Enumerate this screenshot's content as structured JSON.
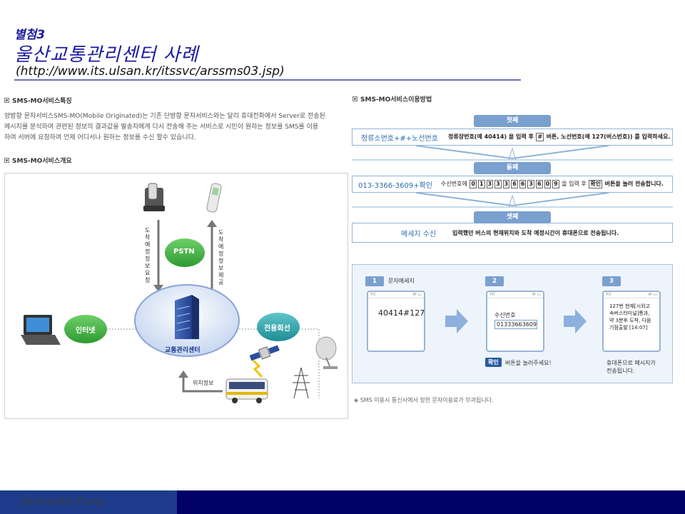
{
  "header": {
    "annex": "별첨3",
    "title": "울산교통관리센터 사례",
    "url": "(http://www.its.ulsan.kr/itssvc/arssms03.jsp)"
  },
  "features": {
    "title": "SMS-MO서비스특징",
    "line1": "양방향 문자서비스SMS-MO(Mobile Originated)는 기존 단방향 문자서비스와는 달리 휴대전화에서 Server로 전송된",
    "line2": "메시지를 분석하여 관련된 정보의 결과값을 발송자에게 다시 전송해 주는 서비스로 시민이 원하는 정보를 SMS를 이용",
    "line3": "하여 서버에 요청하여 언제 어디서나 원하는 정보를 수신 할수 있습니다."
  },
  "overview": {
    "title": "SMS-MO서비스개요",
    "pstn": "PSTN",
    "internet": "인터넷",
    "leased": "전용회선",
    "center": "교통관리센터",
    "left_arrow_label": "도착예정정보요청",
    "right_arrow_label": "도착예정정보제공",
    "location": "위치정보"
  },
  "usage": {
    "title": "SMS-MO서비스이용방법",
    "step1": {
      "tab": "첫째",
      "left": "정류소번호+#+노선번호",
      "pre": "정류장번호(예 40414) 을 입력 후",
      "key": "#",
      "post": "버튼, 노선번호(예 127(버스번호)) 를 입력하세요."
    },
    "step2": {
      "tab": "둘째",
      "left": "013-3366-3609+확인",
      "pre": "수신번호에",
      "digits": [
        "0",
        "1",
        "3",
        "3",
        "3",
        "6",
        "6",
        "3",
        "6",
        "0",
        "9"
      ],
      "mid": "을 입력 후",
      "key": "확인",
      "post": "버튼을 눌러 전송합니다."
    },
    "step3": {
      "tab": "셋째",
      "left": "메세지 수신",
      "text": "입력했던 버스의 현재위치와 도착 예정시간이 휴대폰으로 전송됩니다."
    }
  },
  "phones": {
    "p1": {
      "num": "1",
      "label": "문자메세지",
      "content": "40414#127"
    },
    "p2": {
      "num": "2",
      "label_field": "수신번호",
      "field_value": "01333663609",
      "confirm": "확인",
      "hint": "버튼을 눌러주세요!"
    },
    "p3": {
      "num": "3",
      "l1": "127번 현재[시외고",
      "l2": "속버스터미널]통과,",
      "l3": "약 3분후 도착, 다음",
      "l4": "기점출발 [14:07]",
      "caption1": "휴대폰으로 메시지가",
      "caption2": "전송됩니다."
    }
  },
  "note": "SMS 이용시 통신사에서 정한 문자이용료가 부과됩니다.",
  "footer": {
    "company": "Airmedia Corp."
  }
}
